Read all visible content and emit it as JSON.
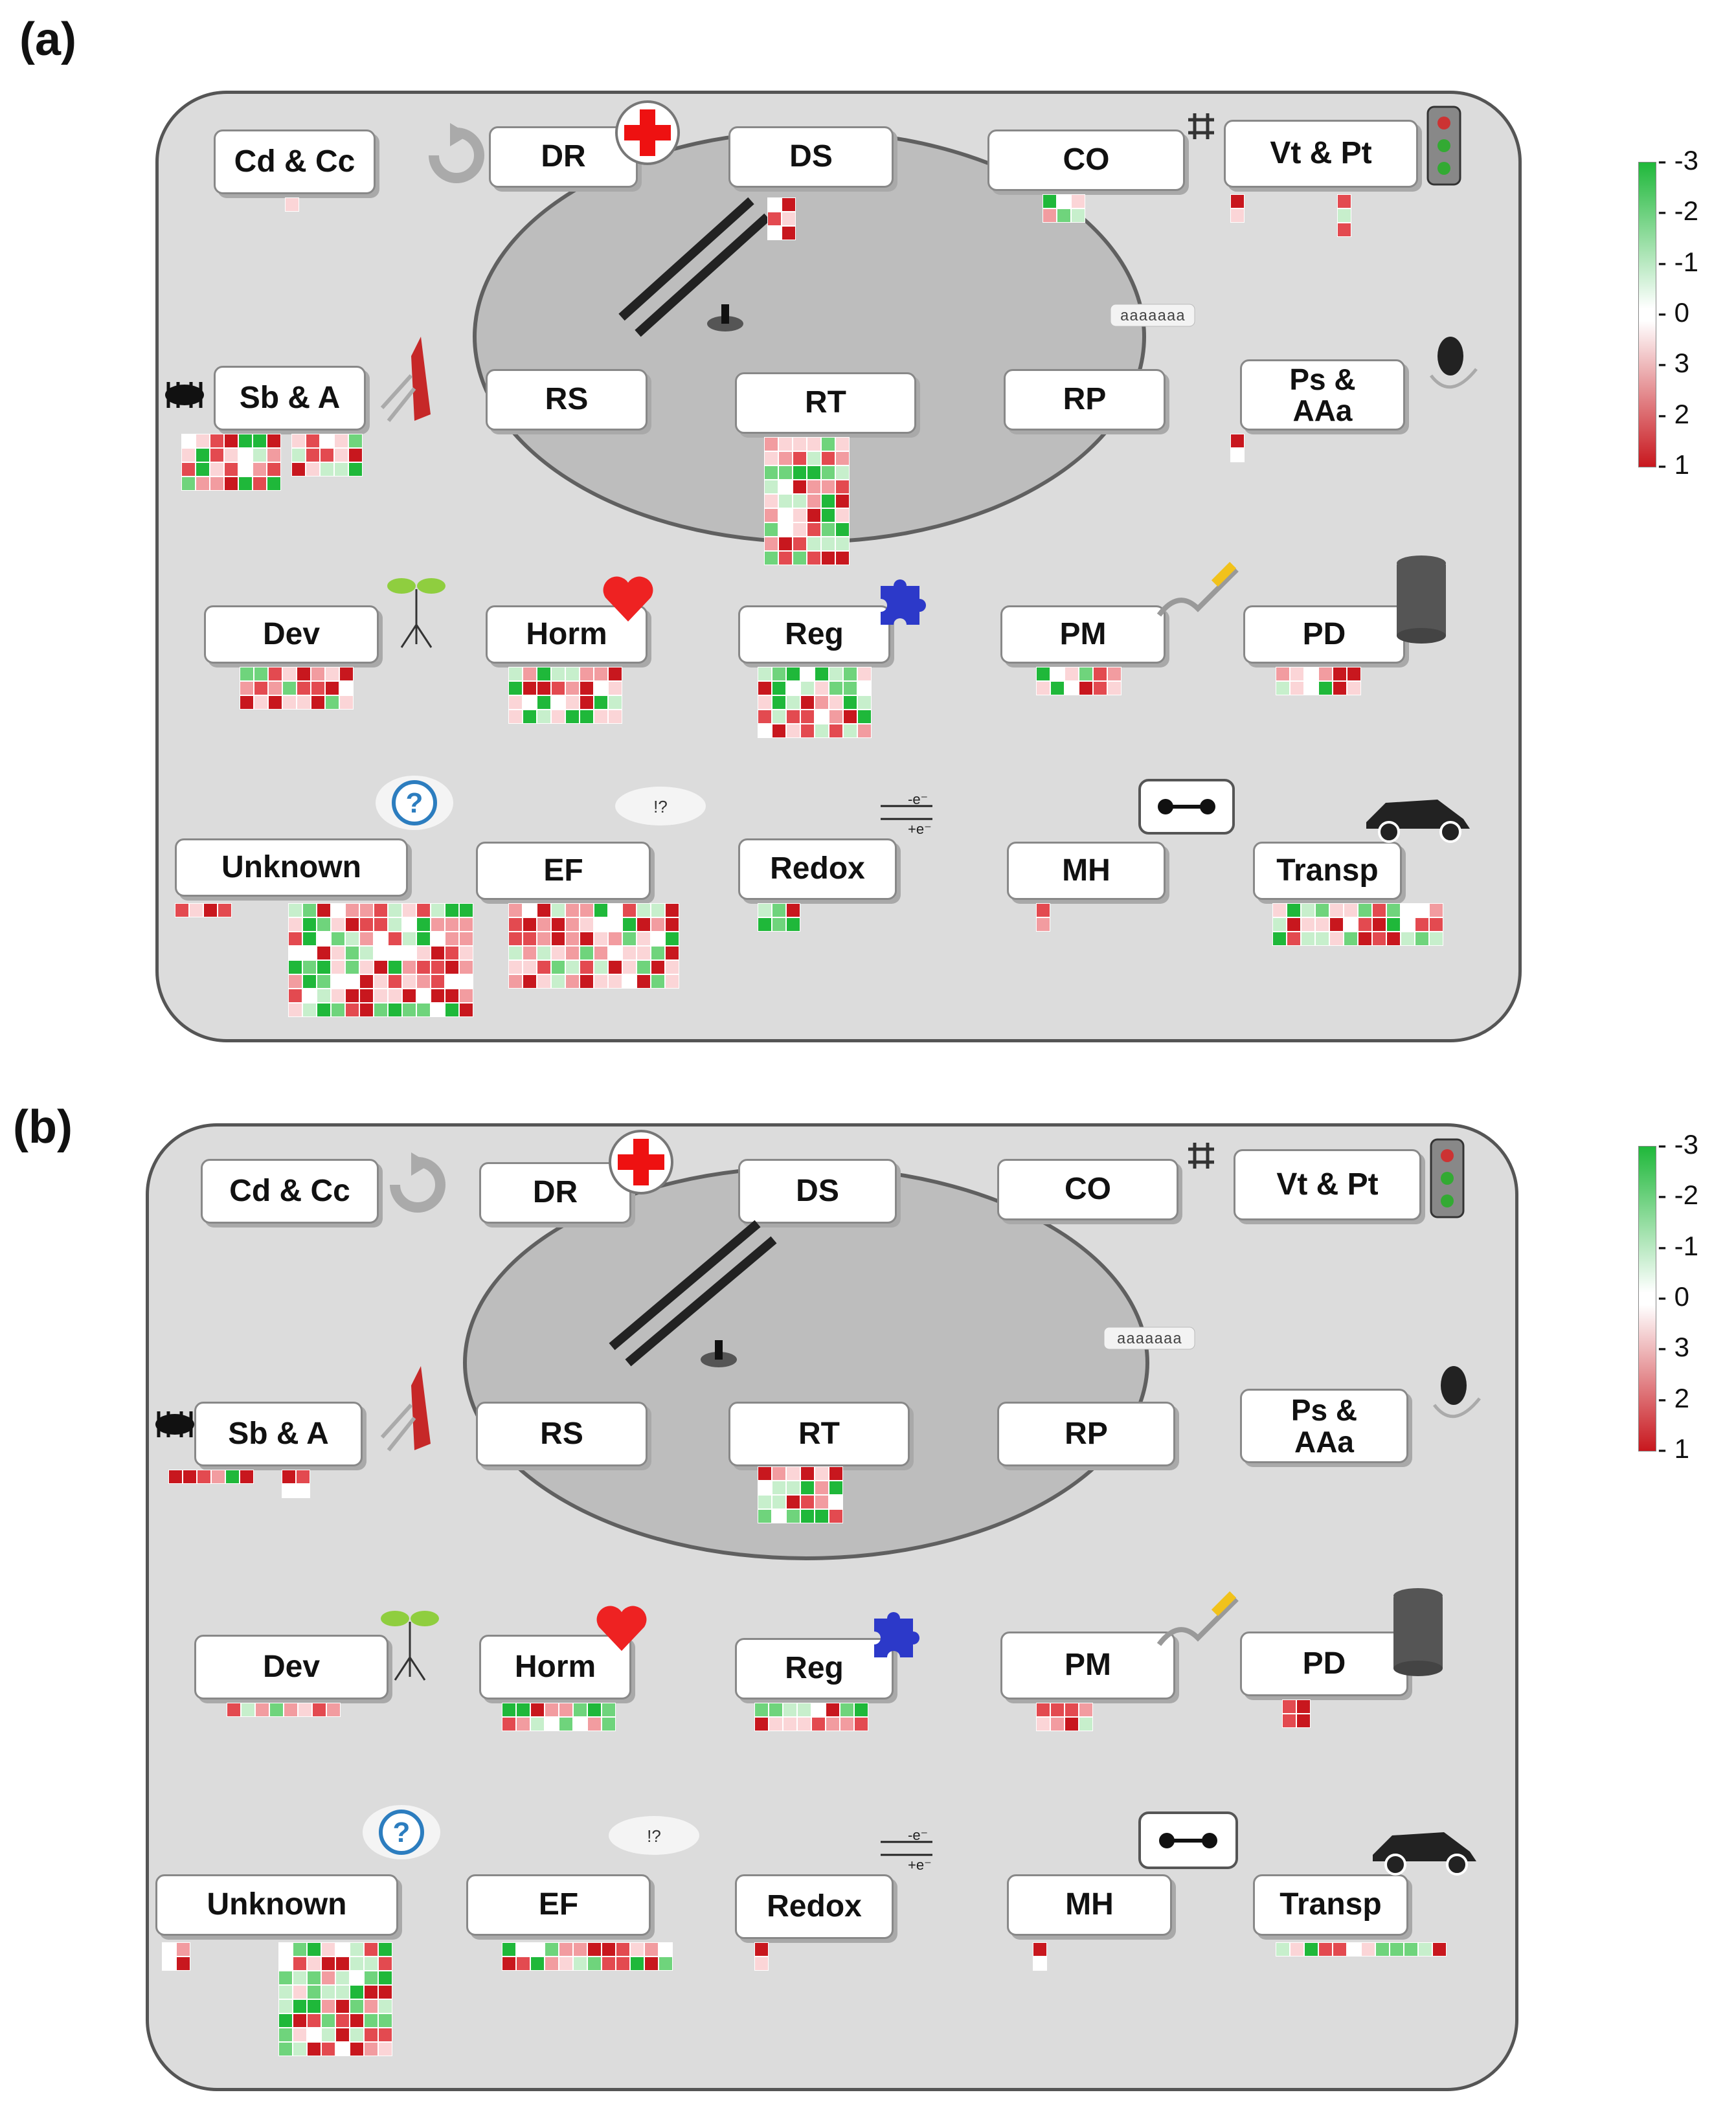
{
  "panels": [
    {
      "letter": "(a)",
      "labels": {
        "cd_cc": "Cd & Cc",
        "dr": "DR",
        "ds": "DS",
        "co": "CO",
        "vt_pt": "Vt & Pt",
        "sb_a": "Sb & A",
        "rs": "RS",
        "rt": "RT",
        "rp": "RP",
        "ps_aaa_1": "Ps &",
        "ps_aaa_2": "AAa",
        "dev": "Dev",
        "horm": "Horm",
        "reg": "Reg",
        "pm": "PM",
        "pd": "PD",
        "unknown": "Unknown",
        "ef": "EF",
        "redox": "Redox",
        "mh": "MH",
        "transp": "Transp"
      }
    },
    {
      "letter": "(b)",
      "labels": {
        "cd_cc": "Cd & Cc",
        "dr": "DR",
        "ds": "DS",
        "co": "CO",
        "vt_pt": "Vt & Pt",
        "sb_a": "Sb & A",
        "rs": "RS",
        "rt": "RT",
        "rp": "RP",
        "ps_aaa_1": "Ps &",
        "ps_aaa_2": "AAa",
        "dev": "Dev",
        "horm": "Horm",
        "reg": "Reg",
        "pm": "PM",
        "pd": "PD",
        "unknown": "Unknown",
        "ef": "EF",
        "redox": "Redox",
        "mh": "MH",
        "transp": "Transp"
      }
    }
  ],
  "legend": {
    "ticks": [
      "-3",
      "-2",
      "-1",
      "0",
      "3",
      "2",
      "1"
    ],
    "colors": {
      "green": "#1fb83a",
      "red": "#c8171e",
      "white": "#ffffff"
    }
  },
  "icons": {
    "redox_top": "-e⁻",
    "redox_bottom": "+e⁻",
    "thought": "!?",
    "rp_strand": "aaaaaaa"
  }
}
